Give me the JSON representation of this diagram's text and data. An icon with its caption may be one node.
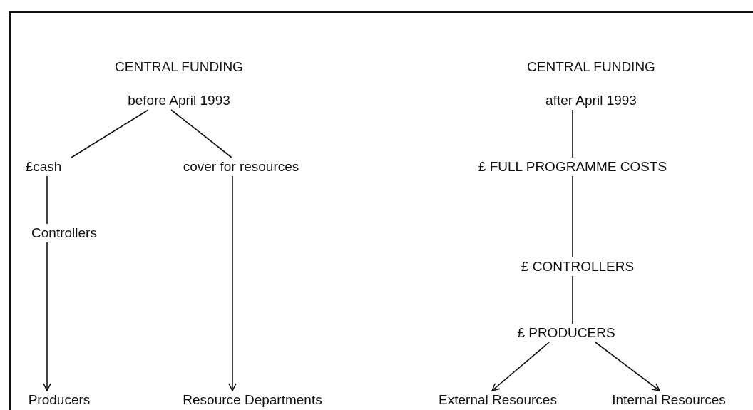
{
  "diagram": {
    "nodes": [
      {
        "text": [
          "CENTRAL FUNDING",
          "before April 1993"
        ]
      },
      {
        "text": [
          "£cash"
        ]
      },
      {
        "text": [
          "cover for resources"
        ]
      },
      {
        "text": [
          "Controllers"
        ]
      },
      {
        "text": [
          "Producers"
        ]
      },
      {
        "text": [
          "Resource Departments"
        ]
      },
      {
        "text": [
          "CENTRAL FUNDING",
          "after April 1993"
        ]
      },
      {
        "text": [
          "£ FULL PROGRAMME COSTS"
        ]
      },
      {
        "text": [
          "£ CONTROLLERS"
        ]
      },
      {
        "text": [
          "£ PRODUCERS"
        ]
      },
      {
        "text": [
          "External Resources"
        ]
      },
      {
        "text": [
          "Internal Resources"
        ]
      }
    ],
    "edges": [
      {
        "from": 0,
        "to": 1,
        "arrow": "none"
      },
      {
        "from": 0,
        "to": 2,
        "arrow": "none"
      },
      {
        "from": 1,
        "to": 3,
        "arrow": "none"
      },
      {
        "from": 3,
        "to": 4,
        "arrow": "to"
      },
      {
        "from": 2,
        "to": 5,
        "arrow": "to"
      },
      {
        "from": 6,
        "to": 7,
        "arrow": "none"
      },
      {
        "from": 7,
        "to": 8,
        "arrow": "none"
      },
      {
        "from": 8,
        "to": 9,
        "arrow": "none"
      },
      {
        "from": 9,
        "to": 10,
        "arrow": "to"
      },
      {
        "from": 9,
        "to": 11,
        "arrow": "to"
      }
    ]
  }
}
